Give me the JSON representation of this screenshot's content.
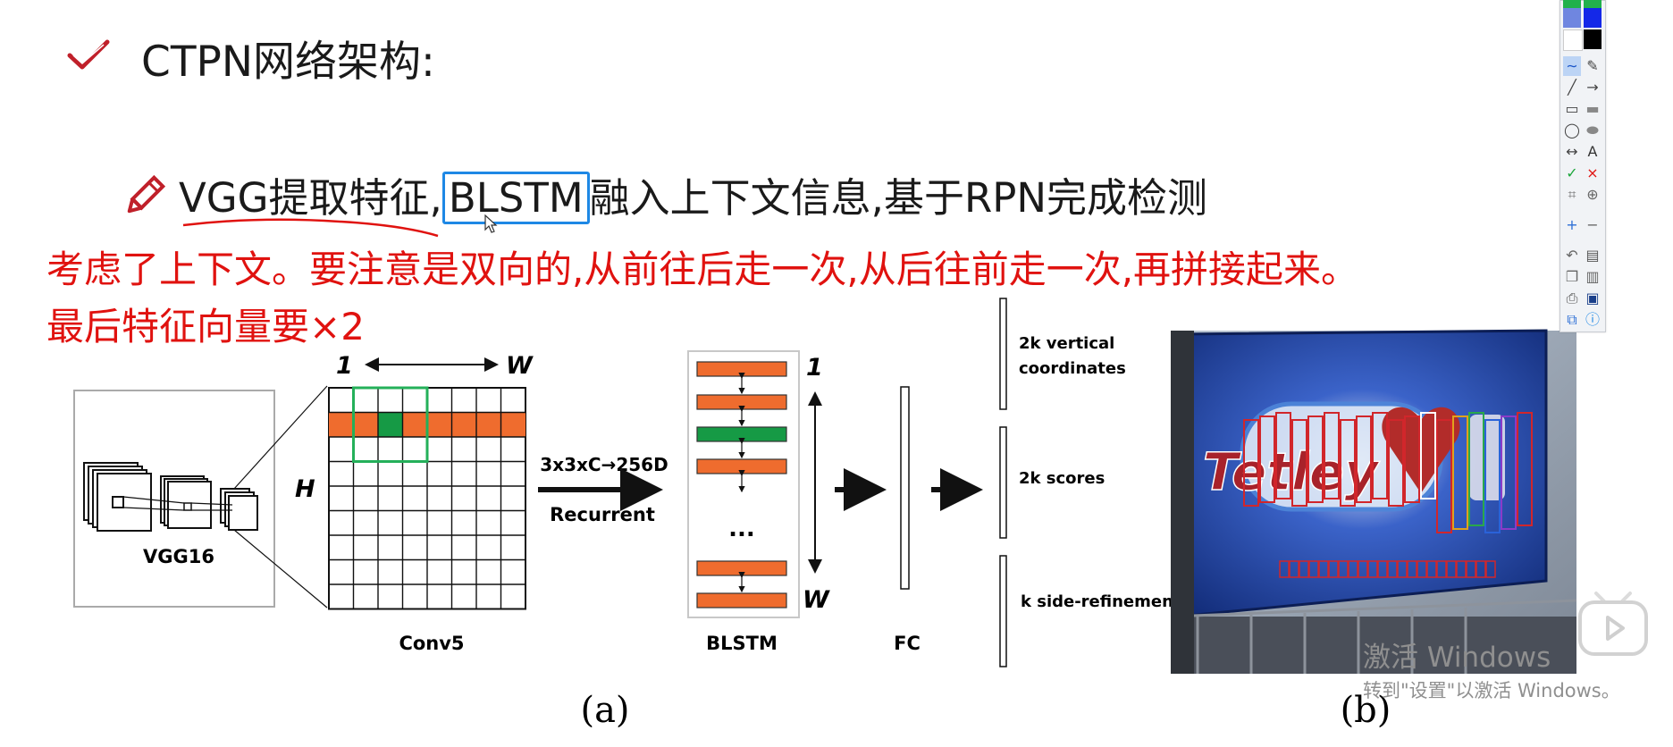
{
  "slide": {
    "title": "CTPN网络架构:",
    "bullet_prefix": "VGG提取特征,",
    "bullet_highlight": "BLSTM",
    "bullet_suffix": "融入上下文信息,基于RPN完成检测"
  },
  "annotations": {
    "line1": "考虑了上下文。要注意是双向的,从前往后走一次,从后往前走一次,再拼接起来。",
    "line2": "最后特征向量要×2"
  },
  "figure": {
    "vgg_label": "VGG16",
    "conv_label": "Conv5",
    "axis_one": "1",
    "axis_w": "W",
    "axis_h": "H",
    "arrow_label_1": "3x3xC→256D",
    "arrow_label_2": "Recurrent",
    "blstm_label": "BLSTM",
    "blstm_one": "1",
    "blstm_w": "W",
    "dots": "...",
    "fc_label": "FC",
    "out_vertical_1": "2k vertical",
    "out_vertical_2": "coordinates",
    "out_scores": "2k scores",
    "out_refine": "k side-refinement",
    "caption_a": "(a)",
    "caption_b": "(b)",
    "photo_text": "Tetley"
  },
  "watermark": {
    "line1": "激活 Windows",
    "line2": "转到\"设置\"以激活 Windows。"
  },
  "colors": {
    "annotation_red": "#e0120f",
    "highlight_blue": "#1e88e5",
    "orange_bar": "#ef6c2e",
    "green_bar": "#169a45"
  }
}
